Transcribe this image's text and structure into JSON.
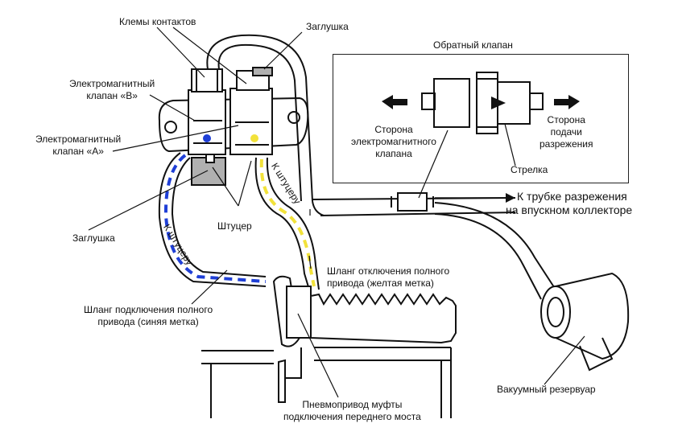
{
  "labels": {
    "terminals": "Клемы контактов",
    "plug_top": "Заглушка",
    "solenoid_b_line1": "Электромагнитный",
    "solenoid_b_line2": "клапан «B»",
    "solenoid_a_line1": "Электромагнитный",
    "solenoid_a_line2": "клапан «A»",
    "plug_bottom": "Заглушка",
    "fitting": "Штуцер",
    "to_fitting_left": "К штуцеру",
    "to_fitting_right": "К штуцеру",
    "check_valve_title": "Обратный клапан",
    "solenoid_side_line1": "Сторона",
    "solenoid_side_line2": "электромагнитного",
    "solenoid_side_line3": "клапана",
    "vacuum_side_line1": "Сторона",
    "vacuum_side_line2": "подачи",
    "vacuum_side_line3": "разрежения",
    "arrow": "Стрелка",
    "to_vacuum_pipe_line1": "К трубке разрежения",
    "to_vacuum_pipe_line2": "на впускном коллекторе",
    "hose_disconnect_line1": "Шланг отключения полного",
    "hose_disconnect_line2": "привода (желтая метка)",
    "hose_connect_line1": "Шланг подключения полного",
    "hose_connect_line2": "привода (синяя метка)",
    "vacuum_reservoir": "Вакуумный резервуар",
    "actuator_line1": "Пневмопривод муфты",
    "actuator_line2": "подключения переднего моста"
  },
  "colors": {
    "line": "#111111",
    "blue_mark": "#1f3fd6",
    "yellow_mark": "#f2e23a",
    "plug_gray": "#b0b0b0"
  },
  "icons": [
    "arrow-left-icon",
    "arrow-right-icon"
  ]
}
